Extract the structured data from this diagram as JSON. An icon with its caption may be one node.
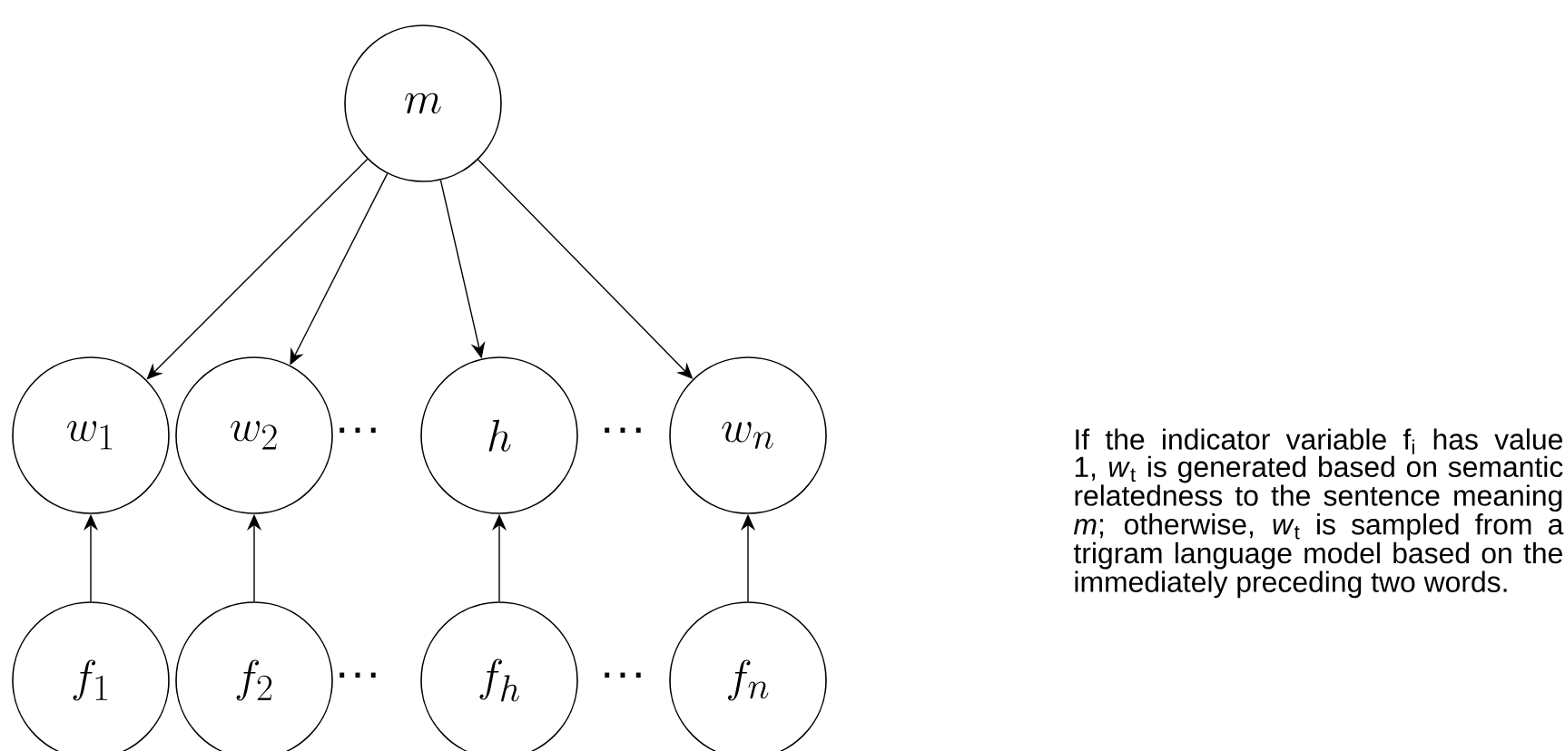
{
  "diagram": {
    "nodes": [
      {
        "text": [
          "m"
        ]
      },
      {
        "text": [
          "w_1"
        ]
      },
      {
        "text": [
          "w_2"
        ]
      },
      {
        "text": [
          "h"
        ]
      },
      {
        "text": [
          "w_n"
        ]
      },
      {
        "text": [
          "f_1"
        ]
      },
      {
        "text": [
          "f_2"
        ]
      },
      {
        "text": [
          "f_h"
        ]
      },
      {
        "text": [
          "f_n"
        ]
      }
    ],
    "edges": [
      {
        "from": 0,
        "to": 1,
        "arrow": "to"
      },
      {
        "from": 0,
        "to": 2,
        "arrow": "to"
      },
      {
        "from": 0,
        "to": 3,
        "arrow": "to"
      },
      {
        "from": 0,
        "to": 4,
        "arrow": "to"
      },
      {
        "from": 5,
        "to": 1,
        "arrow": "to"
      },
      {
        "from": 6,
        "to": 2,
        "arrow": "to"
      },
      {
        "from": 7,
        "to": 3,
        "arrow": "to"
      },
      {
        "from": 8,
        "to": 4,
        "arrow": "to"
      }
    ],
    "labels": [
      "···",
      "···",
      "···",
      "···",
      "If the indicator variable f$_{i}$ has value 1, *w*$_{t}$ is generated based on semantic relatedness to the sentence meaning *m*; otherwise, *w*$_{t}$ is sampled from a trigram language model based on the immediately preceding two words."
    ]
  }
}
